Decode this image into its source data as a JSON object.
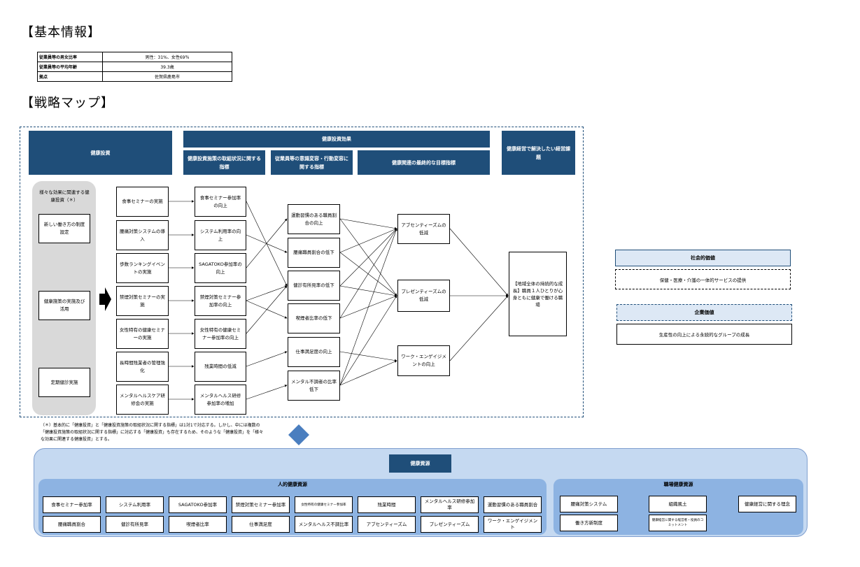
{
  "headings": {
    "basic_info": "【基本情報】",
    "strategy_map": "【戦略マップ】"
  },
  "basic_info": [
    {
      "label": "従業員等の男女比率",
      "value": "男性：31%、女性69％"
    },
    {
      "label": "従業員等の平均年齢",
      "value": "39.3歳"
    },
    {
      "label": "拠点",
      "value": "佐賀県鹿島市"
    }
  ],
  "map_headers": {
    "investment": "健康投資",
    "effect": "健康投資効果",
    "col_initiative": "健康投資施策の取組状況に関する指標",
    "col_awareness": "従業員等の意識変容・行動変容に関する指標",
    "col_final": "健康関連の最終的な目標指標",
    "col_issue": "健康経営で解決したい経営課題"
  },
  "gray_panel": {
    "title": "様々な効果に関連する健康投資（＊）",
    "items": [
      "新しい働き方の制度設定",
      "健康施策の実施及び活用",
      "定期健診実施"
    ]
  },
  "investments": [
    "食事セミナーの実施",
    "腰痛対策システムの導入",
    "歩数ランキングイベントの実施",
    "禁煙対策セミナーの実施",
    "女性特有の健康セミナーの実施",
    "長時間残業者の管理強化",
    "メンタルヘルスケア研修会の実施"
  ],
  "initiatives": [
    "食事セミナー参加率の向上",
    "システム利用率の向上",
    "SAGATOKO参加率の向上",
    "禁煙対策セミナー参加率の向上",
    "女性特有の健康セミナー参加率の向上",
    "残業時間の低減",
    "メンタルヘルス研修参加率の増加"
  ],
  "awareness": [
    "運動習慣のある職員割合の向上",
    "腰痛職員割合の低下",
    "健診有所見率の低下",
    "喫煙者比率の低下",
    "仕事満足度の向上",
    "メンタル不調者の比率低下"
  ],
  "final_goals": [
    "アブセンティーズムの低減",
    "プレゼンティーズムの低減",
    "ワーク・エンゲイジメントの向上"
  ],
  "issue": "【地域全体の持続的な成長】職員１人ひとりが心身ともに健康で働ける職場",
  "values": {
    "social_title": "社会的価値",
    "social_text": "保健・医療・介護の一体的サービスの提供",
    "corporate_title": "企業価値",
    "corporate_text": "生産性の向上による永続的なグループの成長"
  },
  "footnote": "（＊）基本的に「健康投資」と「健康投資施策の取組状況に関する指標」は1対1で対応する。しかし、中には複数の「健康投資施策の取組状況に関する指標」に対応する「健康投資」も存在するため、そのような「健康投資」を「様々な効果に関連する健康投資」とする。",
  "resources": {
    "title": "健康資源",
    "human_title": "人的健康資源",
    "human_row1": [
      "食事セミナー参加率",
      "システム利用率",
      "SAGATOKO参加率",
      "禁煙対策セミナー参加率",
      "女性特有の健康セミナー参加率",
      "残業時間",
      "メンタルヘルス研修参加率",
      "運動習慣のある職員割合"
    ],
    "human_row2": [
      "腰痛職員割合",
      "健診有所見率",
      "喫煙者比率",
      "仕事満足度",
      "メンタルヘルス不調比率",
      "アブセンティーズム",
      "プレゼンティーズム",
      "ワーク・エンゲイジメント"
    ],
    "env_title": "職場健康資源",
    "env_items": [
      "腰痛対策システム",
      "組織風土",
      "健康経営に関する理念",
      "働き方新制度",
      "健康経営に関する経営者・役員のコミットメント"
    ]
  }
}
